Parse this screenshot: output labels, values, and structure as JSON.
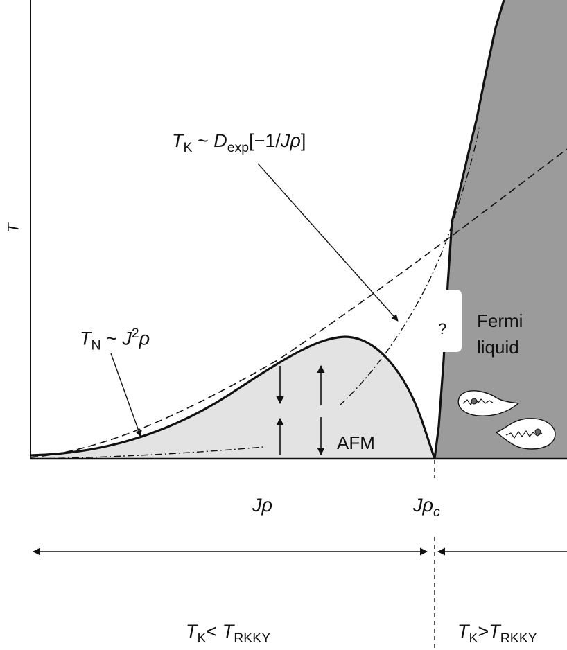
{
  "axis": {
    "y_label": "T",
    "x_label_main": "J",
    "x_label_main_rho": "ρ",
    "x_label_critical": "J",
    "x_label_critical_rho": "ρ",
    "x_label_critical_sub": "c"
  },
  "curves": {
    "kondo": {
      "T": "T",
      "T_sub": "K",
      "tilde": "~",
      "D": "D",
      "D_sub": "exp",
      "bracket_open": "[−1/",
      "J": "J",
      "rho": "ρ",
      "bracket_close": "]"
    },
    "neel": {
      "T": "T",
      "T_sub": "N",
      "tilde": "~",
      "J": "J",
      "sup": "2",
      "rho": "ρ"
    }
  },
  "regions": {
    "afm": "AFM",
    "unknown": "?",
    "fermi_liquid_line1": "Fermi",
    "fermi_liquid_line2": "liquid"
  },
  "bottom": {
    "left": {
      "T1": "T",
      "T1_sub": "K",
      "op": "<",
      "T2": "T",
      "T2_sub": "RKKY"
    },
    "right": {
      "T1": "T",
      "T1_sub": "K",
      "op": ">",
      "T2": "T",
      "T2_sub": "RKKY"
    }
  },
  "colors": {
    "afm_fill": "#e3e3e3",
    "fermi_fill": "#9b9b9b",
    "line": "#111111"
  }
}
